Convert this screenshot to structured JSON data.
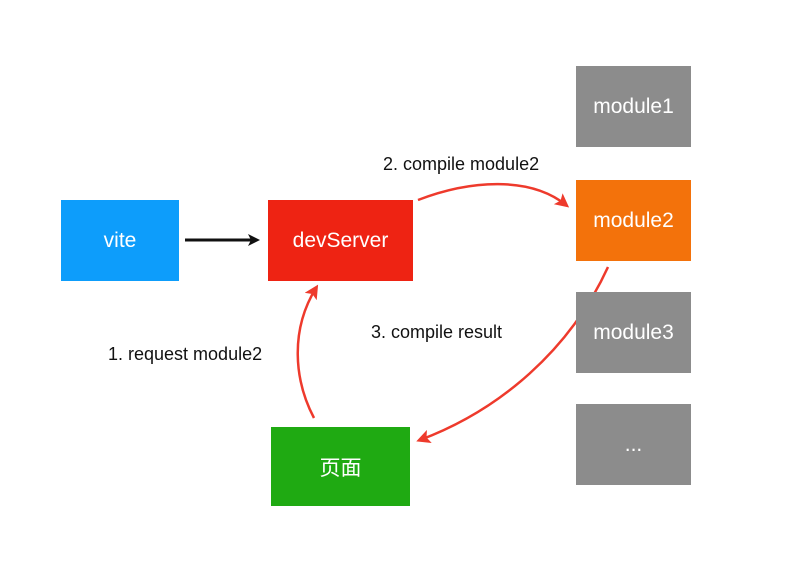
{
  "nodes": {
    "vite": {
      "label": "vite",
      "color": "#0d9dfb"
    },
    "devserver": {
      "label": "devServer",
      "color": "#ee2313"
    },
    "page": {
      "label": "页面",
      "color": "#1faa12"
    },
    "module1": {
      "label": "module1",
      "color": "#8c8c8c"
    },
    "module2": {
      "label": "module2",
      "color": "#f3720b"
    },
    "module3": {
      "label": "module3",
      "color": "#8c8c8c"
    },
    "module_more": {
      "label": "...",
      "color": "#8c8c8c"
    }
  },
  "edges": {
    "request": {
      "label": "1. request module2",
      "color": "#ee3a2c"
    },
    "compile": {
      "label": "2. compile module2",
      "color": "#ee3a2c"
    },
    "result": {
      "label": "3. compile result",
      "color": "#ee3a2c"
    },
    "vite_to_devserver": {
      "color": "#111111"
    }
  }
}
